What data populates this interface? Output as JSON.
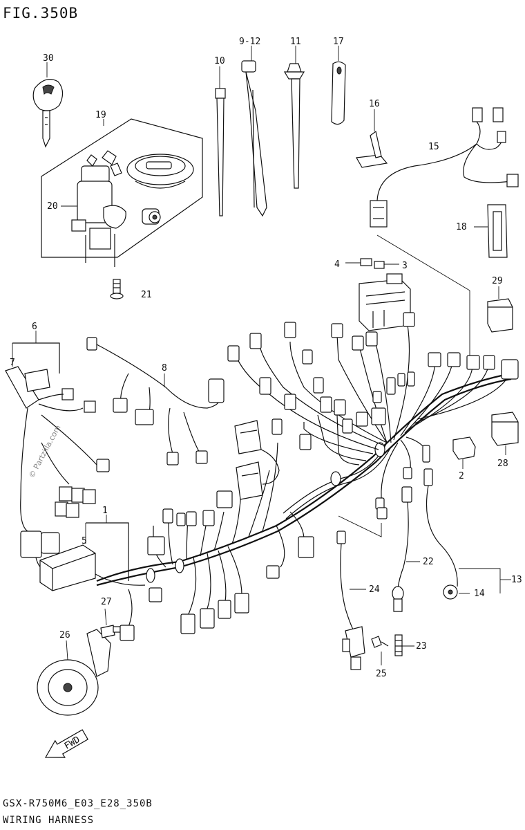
{
  "figure_title": "FIG.350B",
  "footer": {
    "model_code": "GSX-R750M6_E03_E28_350B",
    "title": "WIRING HARNESS"
  },
  "watermark": "© Partzilla.com",
  "fwd_label": "FWD",
  "callouts": {
    "c30": "30",
    "c19": "19",
    "c20": "20",
    "c21": "21",
    "c10": "10",
    "c9_12": "9-12",
    "c11": "11",
    "c17": "17",
    "c16": "16",
    "c15": "15",
    "c18": "18",
    "c4": "4",
    "c3": "3",
    "c29": "29",
    "c6": "6",
    "c7": "7",
    "c8": "8",
    "c2": "2",
    "c28": "28",
    "c1": "1",
    "c5": "5",
    "c22": "22",
    "c24": "24",
    "c13": "13",
    "c14": "14",
    "c27": "27",
    "c26": "26",
    "c23": "23",
    "c25": "25"
  }
}
